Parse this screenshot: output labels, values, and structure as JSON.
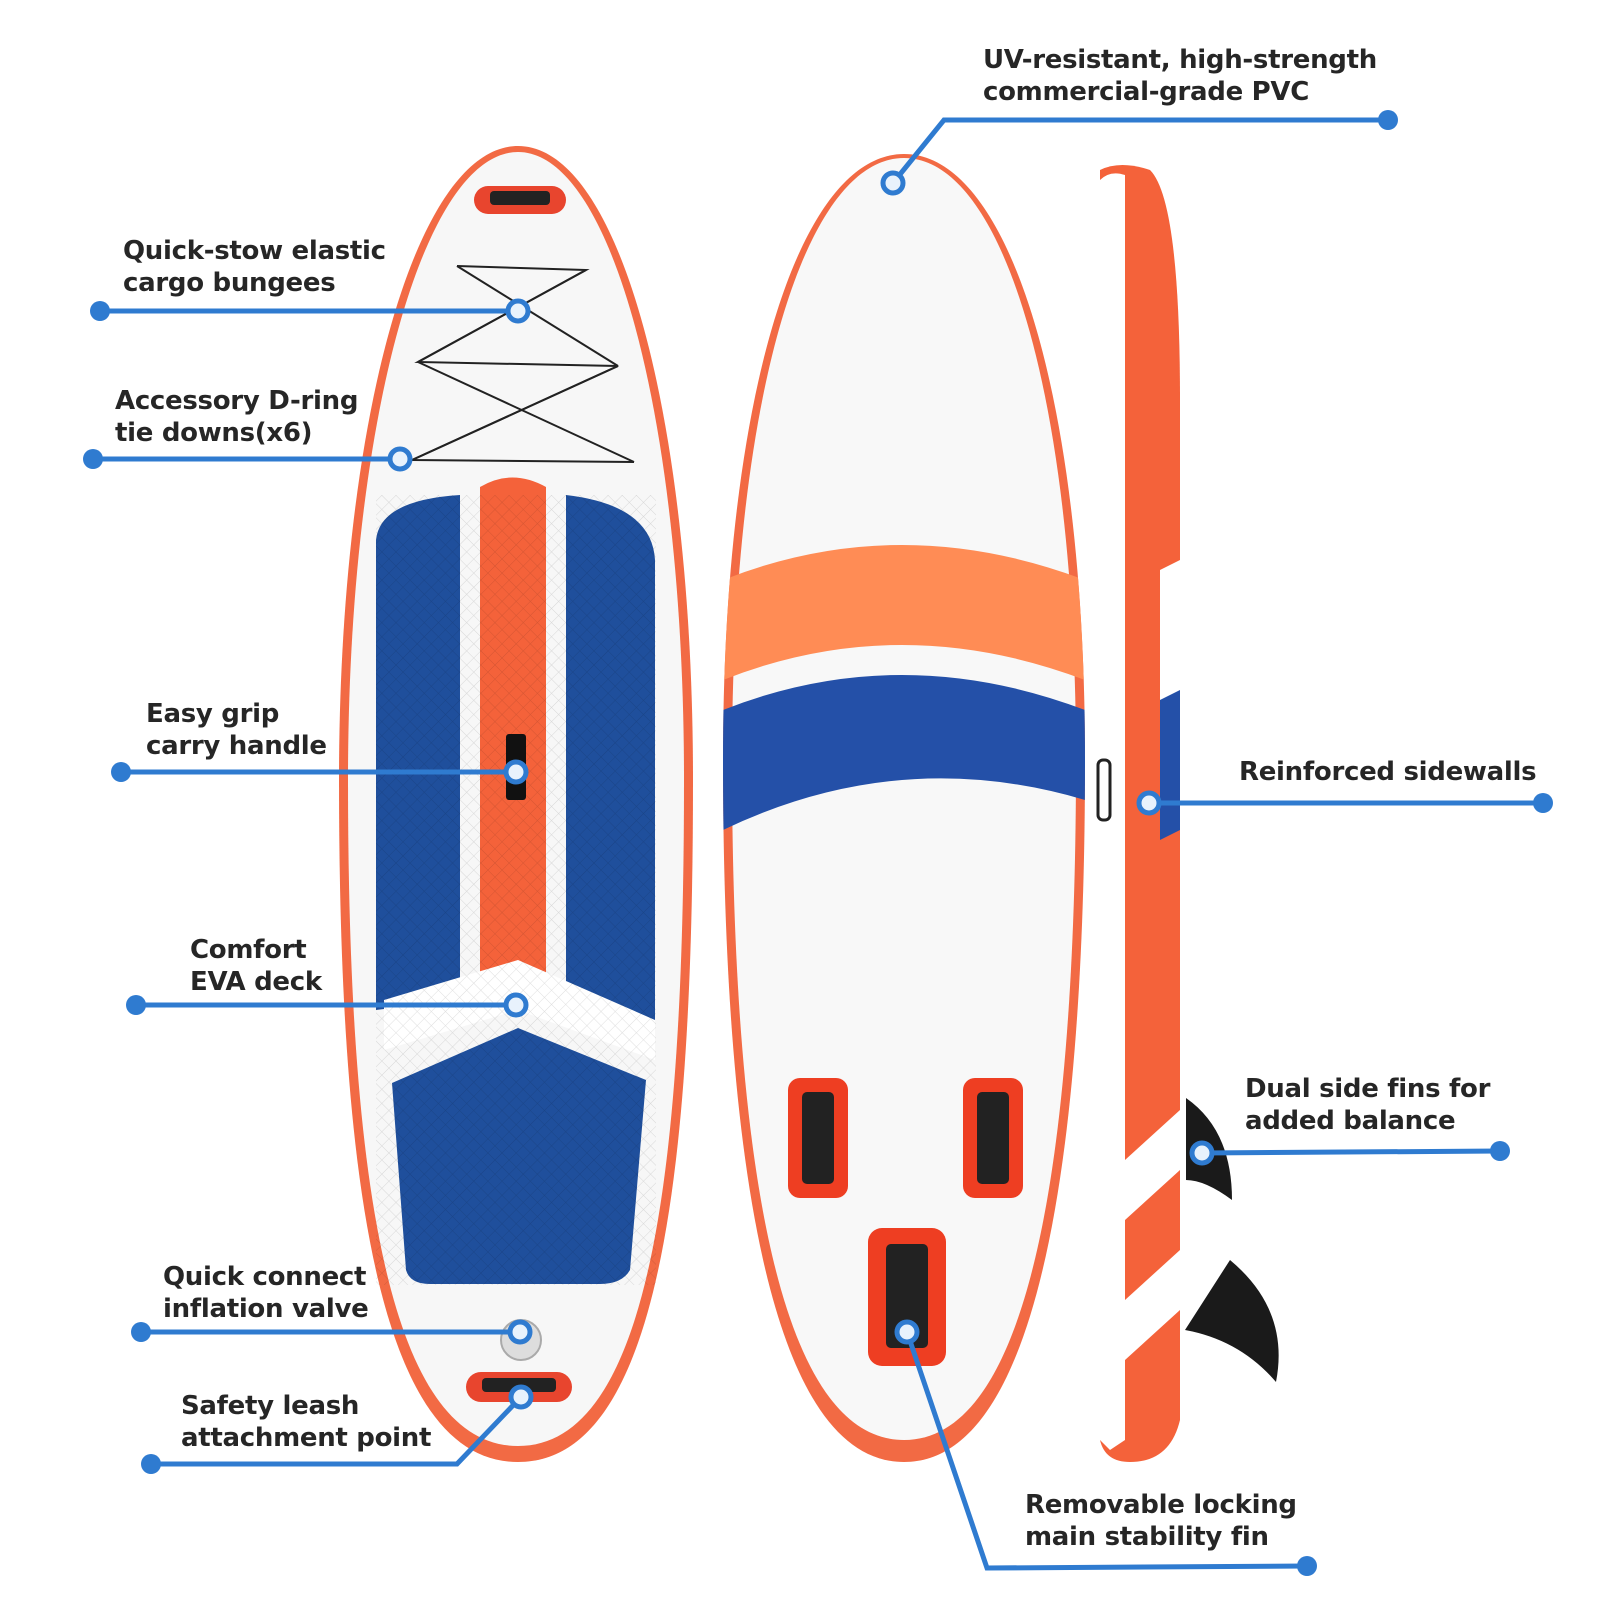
{
  "callouts": {
    "pvc": {
      "line1": "UV-resistant, high-strength",
      "line2": "commercial-grade PVC"
    },
    "bungees": {
      "line1": "Quick-stow elastic",
      "line2": "cargo bungees"
    },
    "d_ring": {
      "line1": "Accessory D-ring",
      "line2": "tie downs(x6)"
    },
    "handle": {
      "line1": "Easy grip",
      "line2": "carry handle"
    },
    "deck": {
      "line1": "Comfort",
      "line2": "EVA deck"
    },
    "valve": {
      "line1": "Quick connect",
      "line2": "inflation valve"
    },
    "leash": {
      "line1": "Safety leash",
      "line2": "attachment point"
    },
    "sidewalls": {
      "line1": "Reinforced sidewalls"
    },
    "side_fins": {
      "line1": "Dual side fins for",
      "line2": "added balance"
    },
    "main_fin": {
      "line1": "Removable locking",
      "line2": "main stability fin"
    }
  },
  "colors": {
    "callout_line": "#2f7bd0",
    "board_orange": "#f4623a",
    "board_blue": "#1f4f9c",
    "text": "#262626"
  }
}
